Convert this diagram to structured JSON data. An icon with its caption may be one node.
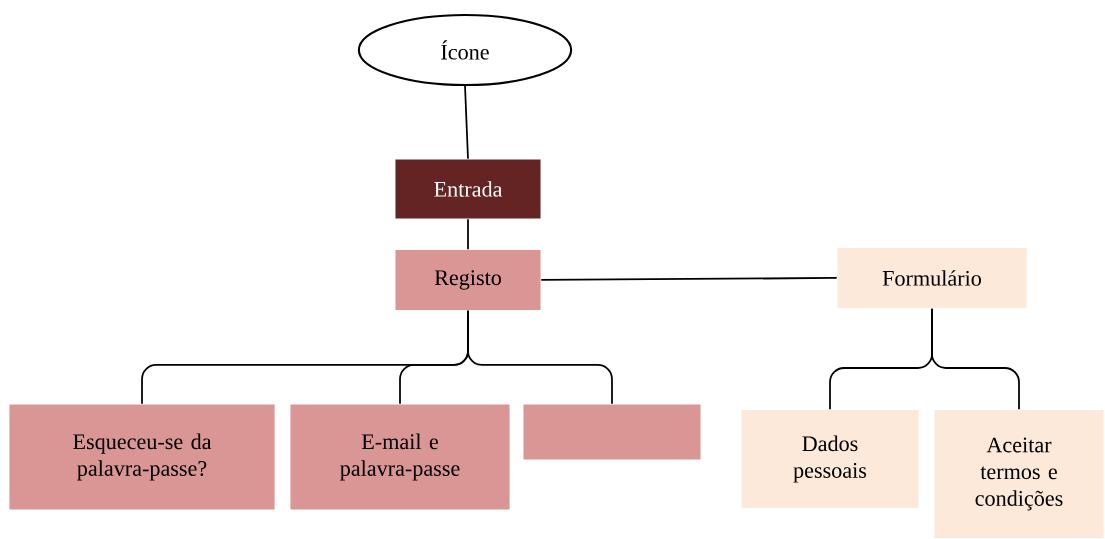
{
  "diagram": {
    "nodes": [
      {
        "text": [
          "Ícone"
        ]
      },
      {
        "text": [
          "Entrada"
        ]
      },
      {
        "text": [
          "Registo"
        ]
      },
      {
        "text": [
          "Formulário"
        ]
      },
      {
        "text": [
          "Esqueceu-se da palavra-passe?"
        ]
      },
      {
        "text": [
          "E-mail e palavra-passe"
        ]
      },
      {
        "text": [],
        "shape": "box"
      },
      {
        "text": [
          "Dados pessoais"
        ]
      },
      {
        "text": [
          "Aceitar termos e condições"
        ]
      }
    ],
    "edges": [
      {
        "from": 0,
        "to": 1,
        "arrow": "none"
      },
      {
        "from": 1,
        "to": 2,
        "arrow": "none"
      },
      {
        "from": 2,
        "to": 3,
        "arrow": "none"
      },
      {
        "from": 2,
        "to": 4,
        "arrow": "none"
      },
      {
        "from": 2,
        "to": 5,
        "arrow": "none"
      },
      {
        "from": 2,
        "to": 6,
        "arrow": "none"
      },
      {
        "from": 3,
        "to": 7,
        "arrow": "none"
      },
      {
        "from": 3,
        "to": 8,
        "arrow": "none"
      }
    ]
  }
}
